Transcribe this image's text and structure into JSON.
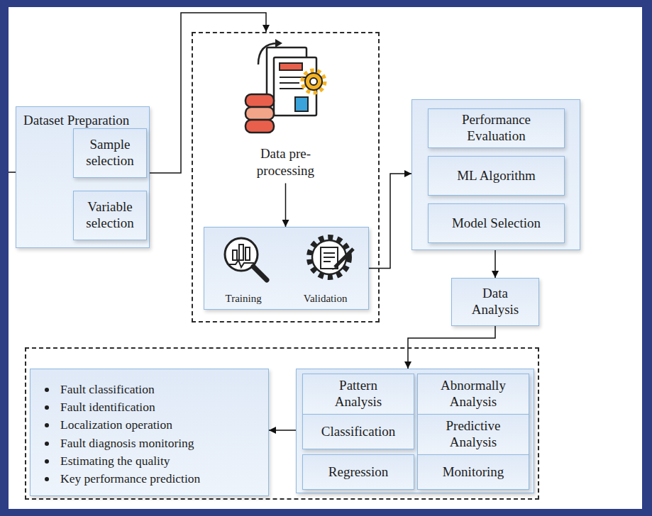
{
  "diagram": {
    "nodes": [
      {
        "text": [
          "Dataset Preparation"
        ]
      },
      {
        "text": [
          "Sample selection"
        ],
        "in": 0
      },
      {
        "text": [
          "Variable selection"
        ],
        "in": 0
      },
      {
        "text": [
          "Data pre-processing"
        ]
      },
      {
        "text": [
          "Training",
          "Validation"
        ],
        "in": 3
      },
      {
        "text": []
      },
      {
        "text": [
          "Performance Evaluation"
        ],
        "in": 5
      },
      {
        "text": [
          "ML Algorithm"
        ],
        "in": 5
      },
      {
        "text": [
          "Model Selection"
        ],
        "in": 5
      },
      {
        "text": [
          "Data Analysis"
        ]
      },
      {
        "text": []
      },
      {
        "text": [
          "Fault classification",
          "Fault identification",
          "Localization operation",
          "Fault diagnosis monitoring",
          "Estimating the quality",
          "Key performance prediction"
        ],
        "in": 10
      },
      {
        "text": [],
        "in": 10
      },
      {
        "text": [
          "Pattern Analysis"
        ],
        "in": 12
      },
      {
        "text": [
          "Abnormally Analysis"
        ],
        "in": 12
      },
      {
        "text": [
          "Classification"
        ],
        "in": 12
      },
      {
        "text": [
          "Predictive Analysis"
        ],
        "in": 12
      },
      {
        "text": [
          "Regression"
        ],
        "in": 12
      },
      {
        "text": [
          "Monitoring"
        ],
        "in": 12
      }
    ],
    "edges": [
      {
        "from": 0,
        "to": 3,
        "arrow": "to"
      },
      {
        "from": 3,
        "to": 4,
        "arrow": "to"
      },
      {
        "from": 4,
        "to": 5,
        "arrow": "to"
      },
      {
        "from": 5,
        "to": 9,
        "arrow": "to"
      },
      {
        "from": 9,
        "to": 12,
        "arrow": "to"
      },
      {
        "from": 12,
        "to": 11,
        "arrow": "to"
      }
    ]
  }
}
